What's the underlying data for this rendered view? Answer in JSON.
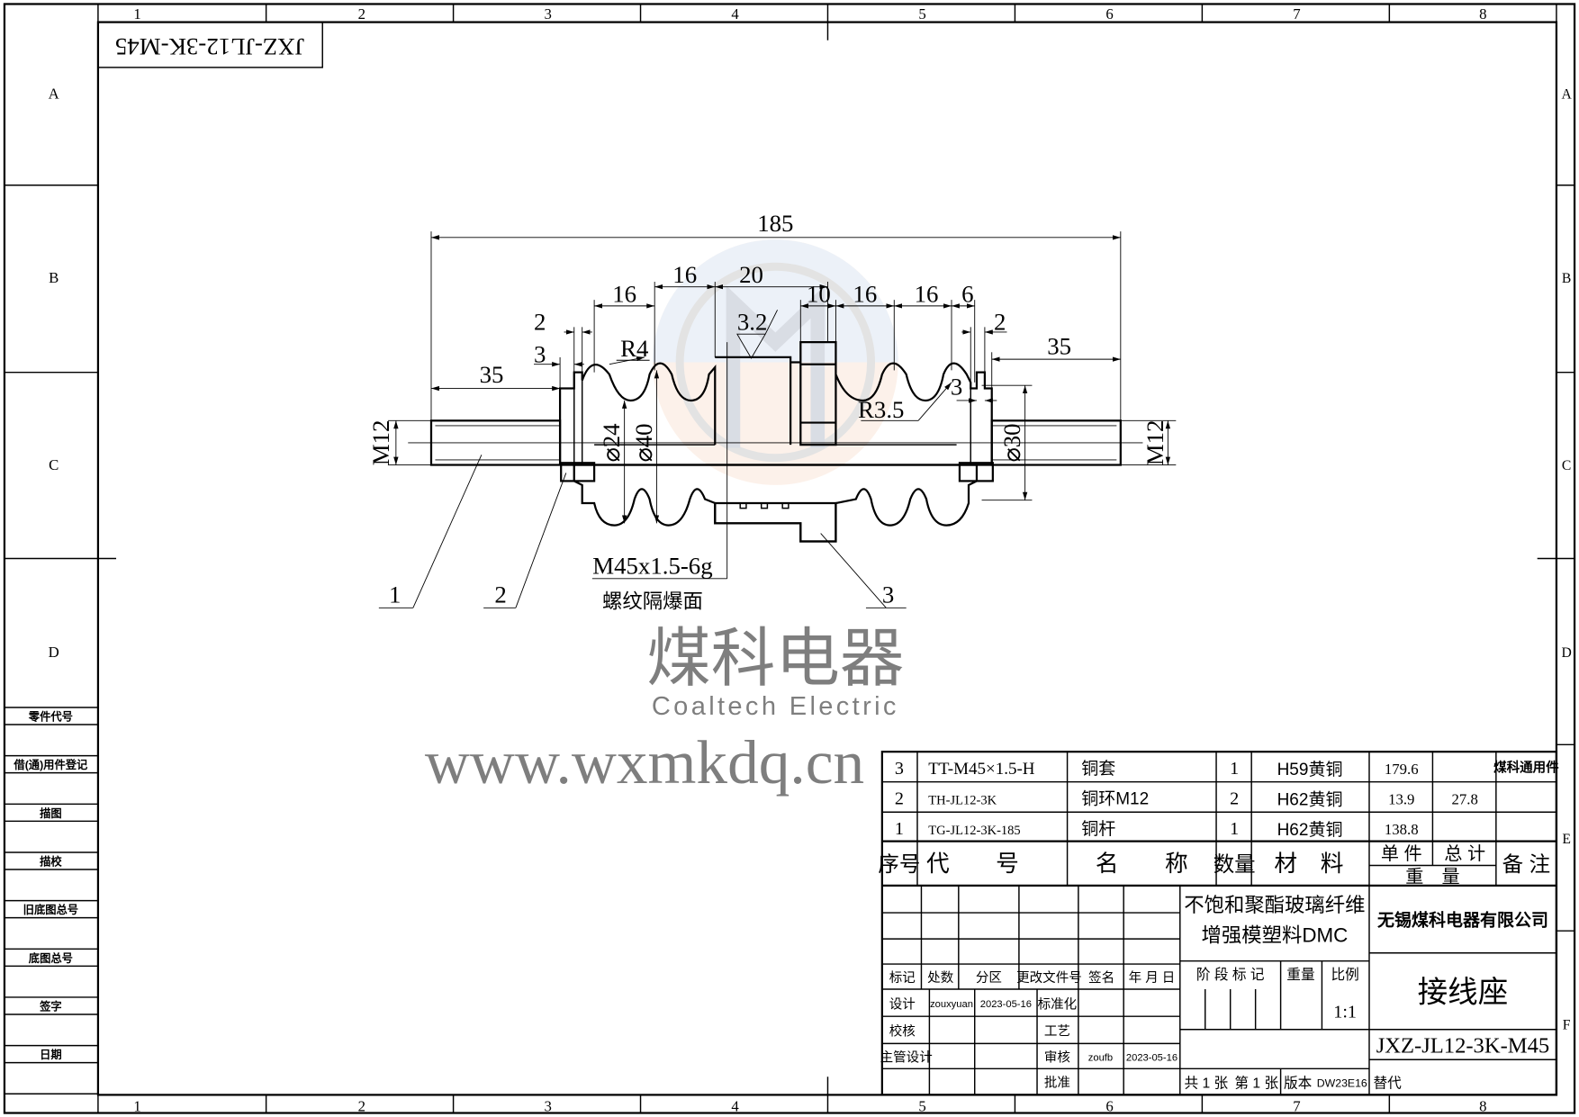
{
  "drawing_code_rotated": "JXZ-JL12-3K-M45",
  "zones": {
    "columns": [
      "1",
      "2",
      "3",
      "4",
      "5",
      "6",
      "7",
      "8"
    ],
    "rows_left": [
      "A",
      "B",
      "C",
      "D"
    ],
    "rows_right": [
      "A",
      "B",
      "C",
      "D",
      "E",
      "F"
    ]
  },
  "side_table": [
    "零件代号",
    "借(通)用件登记",
    "描图",
    "描校",
    "旧底图总号",
    "底图总号",
    "签字",
    "日期"
  ],
  "dimensions": {
    "overall": "185",
    "left_stud": "35",
    "right_stud": "35",
    "d1": "16",
    "d2": "16",
    "d3": "20",
    "d4": "10",
    "d5": "16",
    "d6": "16",
    "d7": "6",
    "gap_left_2": "2",
    "gap_left_3": "3",
    "gap_right_2": "2",
    "gap_right_3": "3",
    "radius_left": "R4",
    "radius_right": "R3.5",
    "roughness": "3.2",
    "dia_24": "⌀24",
    "dia_40": "⌀40",
    "dia_30": "⌀30",
    "thread_left": "M12",
    "thread_right": "M12"
  },
  "callouts": {
    "part1": "1",
    "part2": "2",
    "part3": "3",
    "thread_spec": "M45x1.5-6g",
    "thread_note": "螺纹隔爆面"
  },
  "watermark": {
    "cn": "煤科电器",
    "en": "Coaltech Electric",
    "url": "www.wxmkdq.cn"
  },
  "parts": [
    {
      "no": "3",
      "code": "TT-M45×1.5-H",
      "name": "铜套",
      "qty": "1",
      "material": "H59黄铜",
      "unit_weight": "179.6",
      "total_weight": "",
      "note": "煤科通用件"
    },
    {
      "no": "2",
      "code": "TH-JL12-3K",
      "name": "铜环M12",
      "qty": "2",
      "material": "H62黄铜",
      "unit_weight": "13.9",
      "total_weight": "27.8",
      "note": ""
    },
    {
      "no": "1",
      "code": "TG-JL12-3K-185",
      "name": "铜杆",
      "qty": "1",
      "material": "H62黄铜",
      "unit_weight": "138.8",
      "total_weight": "",
      "note": ""
    }
  ],
  "parts_header": {
    "no": "序号",
    "code": "代　　号",
    "name": "名　　称",
    "qty": "数量",
    "material": "材　料",
    "unit": "单 件",
    "total": "总 计",
    "weight": "重　量",
    "note": "备 注"
  },
  "title_block": {
    "material_line1": "不饱和聚酯玻璃纤维",
    "material_line2": "增强模塑料DMC",
    "company": "无锡煤科电器有限公司",
    "rev_headers": [
      "标记",
      "处数",
      "分区",
      "更改文件号",
      "签名",
      "年 月 日"
    ],
    "design_label": "设计",
    "designer": "zouxyuan",
    "design_date": "2023-05-16",
    "standardize_label": "标准化",
    "check_label": "校核",
    "process_label": "工艺",
    "chief_label": "主管设计",
    "review_label": "审核",
    "reviewer": "zoufb",
    "review_date": "2023-05-16",
    "approve_label": "批准",
    "stage_label": "阶 段 标 记",
    "weight_label": "重量",
    "scale_label": "比例",
    "scale": "1:1",
    "part_name": "接线座",
    "drawing_no": "JXZ-JL12-3K-M45",
    "sheets_total": "共 1 张",
    "sheet_no": "第 1 张",
    "version_label": "版本",
    "version": "DW23E16",
    "replace_label": "替代"
  }
}
